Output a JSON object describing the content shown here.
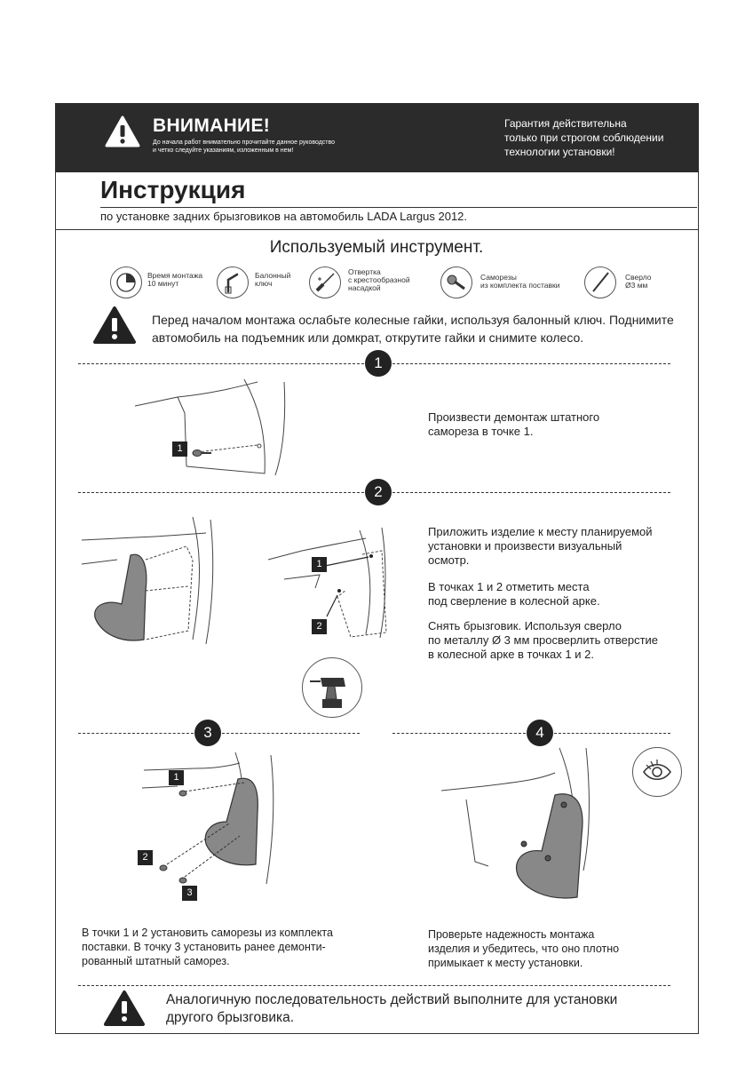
{
  "header": {
    "warning_title": "ВНИМАНИЕ!",
    "warning_sub_line1": "До начала работ внимательно прочитайте данное руководство",
    "warning_sub_line2": "и четко следуйте указаниям, изложенным в нем!",
    "warranty_line1": "Гарантия действительна",
    "warranty_line2": "только при строгом соблюдении",
    "warranty_line3": "технологии установки!"
  },
  "title": "Инструкция",
  "subtitle": "по установке задних брызговиков на автомобиль LADA Largus 2012.",
  "tools": {
    "heading": "Используемый инструмент.",
    "items": [
      {
        "icon": "clock-icon",
        "line1": "Время монтажа",
        "line2": "10 минут",
        "line3": ""
      },
      {
        "icon": "wrench-icon",
        "line1": "Балонный",
        "line2": "ключ",
        "line3": ""
      },
      {
        "icon": "screwdriver-icon",
        "line1": "Отвертка",
        "line2": "с крестообразной",
        "line3": "насадкой"
      },
      {
        "icon": "screw-icon",
        "line1": "Саморезы",
        "line2": "из комплекта поставки",
        "line3": ""
      },
      {
        "icon": "drill-bit-icon",
        "line1": "Сверло",
        "line2": "Ø3 мм",
        "line3": ""
      }
    ]
  },
  "prep_warning": {
    "line1": "Перед началом монтажа ослабьте колесные гайки, используя балонный ключ. Поднимите",
    "line2": "автомобиль на подъемник или домкрат, открутите гайки и снимите колесо."
  },
  "steps": {
    "s1": {
      "number": "1",
      "tag1": "1",
      "text_line1": "Произвести демонтаж штатного",
      "text_line2": "самореза в точке 1."
    },
    "s2": {
      "number": "2",
      "tag1": "1",
      "tag2": "2",
      "p1_line1": "Приложить изделие к месту планируемой",
      "p1_line2": "установки и произвести визуальный",
      "p1_line3": "осмотр.",
      "p2_line1": "В точках 1 и 2 отметить места",
      "p2_line2": "под сверление в колесной арке.",
      "p3_line1": "Снять брызговик. Используя сверло",
      "p3_line2": "по металлу  Ø 3 мм просверлить отверстие",
      "p3_line3": "в колесной арке в точках 1 и 2."
    },
    "s3": {
      "number": "3",
      "tag1": "1",
      "tag2": "2",
      "tag3": "3",
      "line1": "В точки 1 и 2 установить саморезы из комплекта",
      "line2": "поставки. В точку 3 установить ранее демонти-",
      "line3": "рованный штатный саморез."
    },
    "s4": {
      "number": "4",
      "line1": "Проверьте надежность монтажа",
      "line2": "изделия и убедитесь, что оно плотно",
      "line3": "примыкает к месту установки."
    }
  },
  "final_warning": {
    "line1": "Аналогичную последовательность действий выполните для установки",
    "line2": "другого брызговика."
  }
}
